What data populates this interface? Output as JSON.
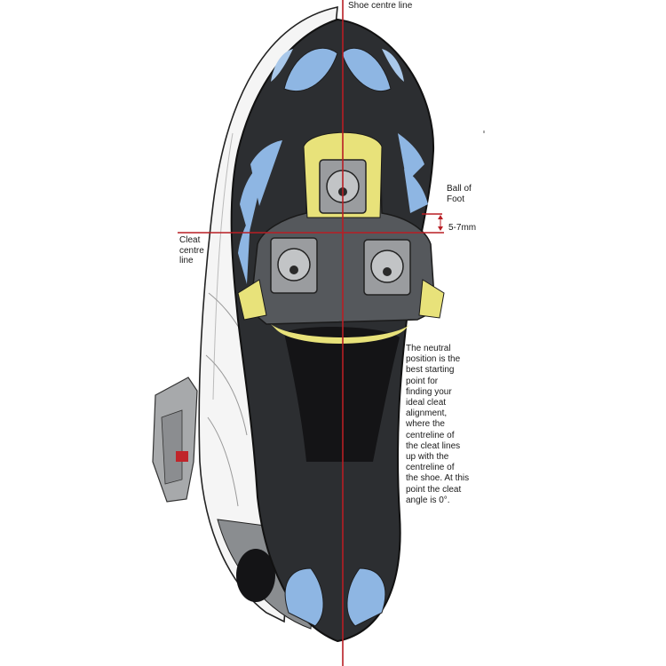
{
  "labels": {
    "shoe_centre_line": "Shoe centre line",
    "ball_of_foot": [
      "Ball of",
      "Foot"
    ],
    "offset": "5-7mm",
    "cleat_centre_line": [
      "Cleat",
      "centre",
      "line"
    ],
    "note": [
      "The neutral",
      "position is the",
      "best starting",
      "point for",
      "finding your",
      "ideal cleat",
      "alignment,",
      "where the",
      "centreline of",
      "the cleat lines",
      "up with the",
      "centreline of",
      "the shoe. At this",
      "point the cleat",
      "angle is 0°."
    ]
  },
  "colors": {
    "sole": "#2c2e31",
    "sole_edge": "#1c1d1f",
    "accent_blue": "#8eb6e3",
    "cleat_yellow": "#e8e27a",
    "cleat_body": "#55585c",
    "upper": "#f5f5f5",
    "strap_grey": "#a7a9ab",
    "guide_line": "#b81e24"
  }
}
